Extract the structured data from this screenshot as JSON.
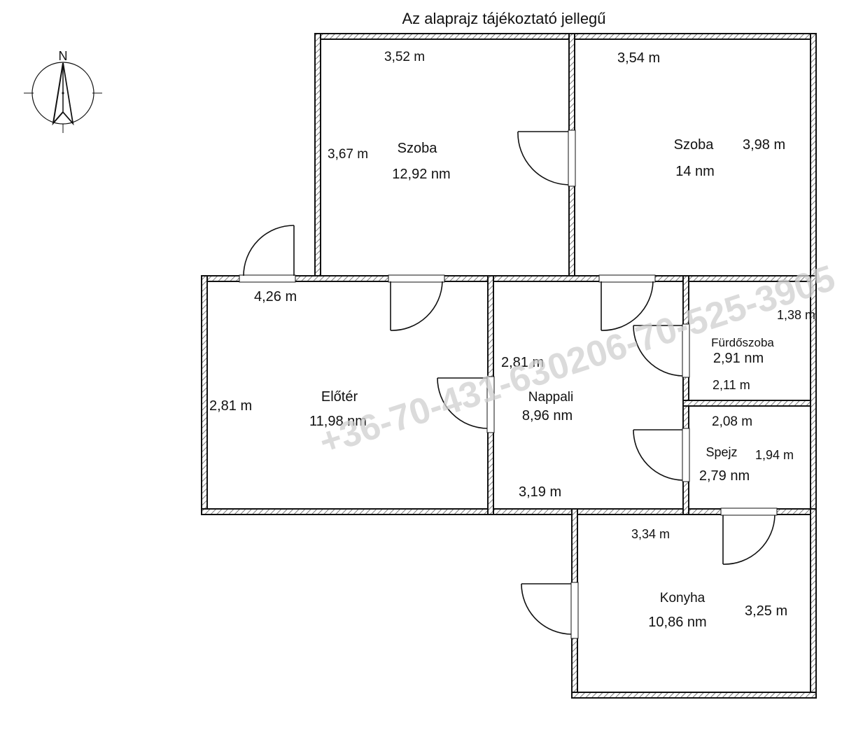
{
  "header": {
    "title": "Az alaprajz tájékoztató jellegű"
  },
  "compass": {
    "north_label": "N"
  },
  "rooms": {
    "szoba1": {
      "name": "Szoba",
      "area": "12,92 nm",
      "dim_top": "3,52 m",
      "dim_side": "3,67 m"
    },
    "szoba2": {
      "name": "Szoba",
      "area": "14 nm",
      "dim_top": "3,54 m",
      "dim_side": "3,98 m"
    },
    "eloter": {
      "name": "Előtér",
      "area": "11,98 nm",
      "dim_top": "4,26 m",
      "dim_side": "2,81 m"
    },
    "nappali": {
      "name": "Nappali",
      "area": "8,96 nm",
      "dim_top": "2,81 m",
      "dim_bottom": "3,19 m"
    },
    "furdoszoba": {
      "name": "Fürdőszoba",
      "area": "2,91 nm",
      "dim_top": "1,38 m",
      "dim_bottom": "2,11 m"
    },
    "spejz": {
      "name": "Spejz",
      "area": "2,79 nm",
      "dim_top": "2,08 m",
      "dim_side": "1,94 m"
    },
    "konyha": {
      "name": "Konyha",
      "area": "10,86 nm",
      "dim_top": "3,34 m",
      "dim_side": "3,25 m"
    }
  },
  "watermark": {
    "text": "+36-70-431-630206-70-525-3905"
  },
  "colors": {
    "wall": "#111111",
    "hatch": "#8a8a8a",
    "watermark": "#c8c8c8",
    "door": "#111111"
  }
}
